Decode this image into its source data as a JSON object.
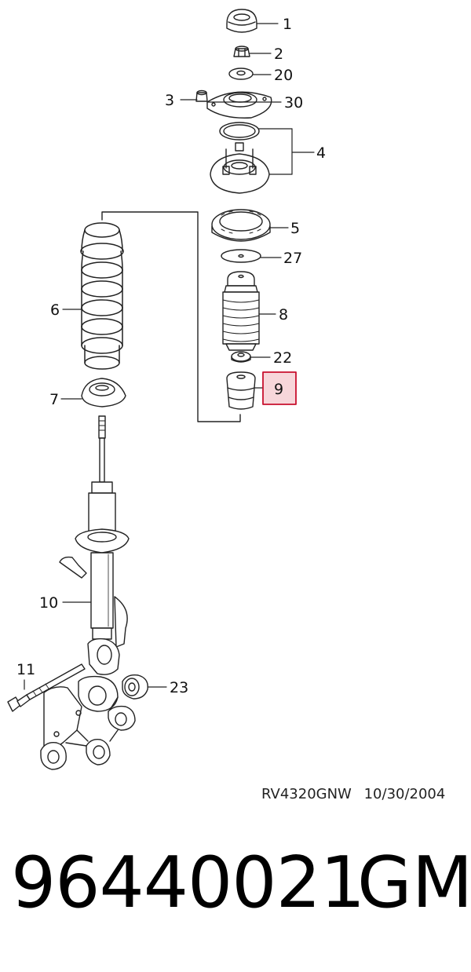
{
  "callouts": [
    "1",
    "2",
    "20",
    "3",
    "30",
    "4",
    "5",
    "27",
    "6",
    "8",
    "22",
    "7",
    "9",
    "10",
    "11",
    "23"
  ],
  "highlight_color": "#c8102e",
  "highlight_fill": "#f7d6da",
  "footer": {
    "drawing_code": "RV4320GNW",
    "date": "10/30/2004"
  },
  "part_number": "96440021",
  "brand": "GM"
}
